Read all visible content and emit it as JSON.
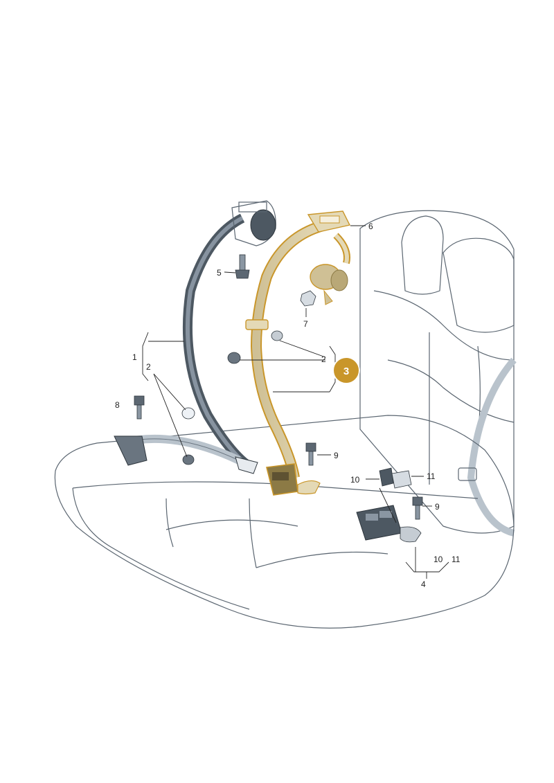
{
  "diagram": {
    "labels": {
      "l1": "1",
      "l2a": "2",
      "l2b": "2",
      "l4": "4",
      "l5": "5",
      "l6": "6",
      "l7": "7",
      "l8": "8",
      "l9a": "9",
      "l9b": "9",
      "l10a": "10",
      "l10b": "10",
      "l11a": "11",
      "l11b": "11"
    },
    "callout": {
      "number": "3",
      "color": "#c9962a"
    },
    "colors": {
      "seat_fill": "#eef2f6",
      "seat_outline": "#5a6570",
      "dark_belt": "#4d5862",
      "highlight_belt": "#d6c9a0",
      "highlight_edge": "#c9962a"
    }
  }
}
